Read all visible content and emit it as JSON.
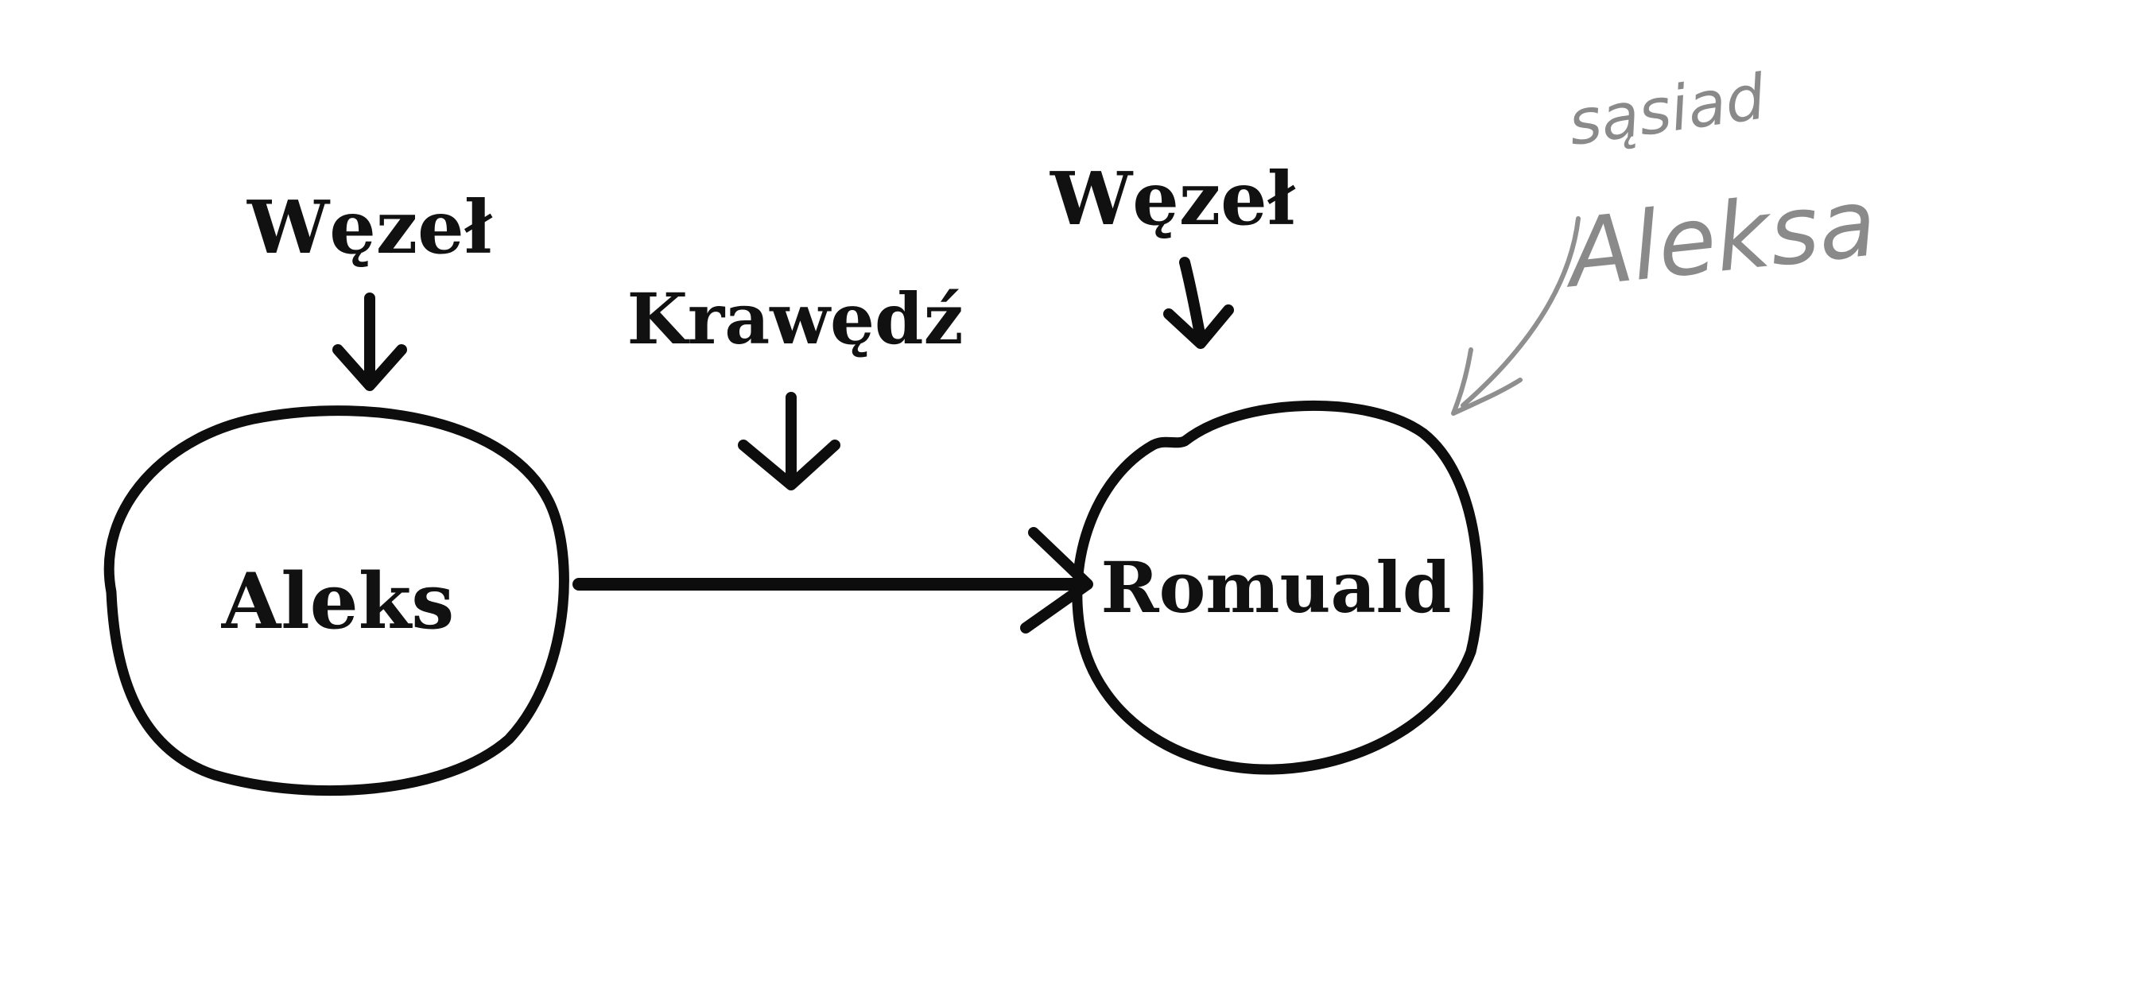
{
  "diagram": {
    "nodes": {
      "left": {
        "label": "Aleks"
      },
      "right": {
        "label": "Romuald"
      }
    },
    "annotations": {
      "left_node_label": "Węzeł",
      "edge_label": "Krawędź",
      "right_node_label": "Węzeł"
    },
    "handwritten_note": {
      "line1": "sąsiad",
      "line2": "Aleksa"
    },
    "colors": {
      "ink": "#0d0d0d",
      "pencil": "#8f8f8f",
      "background": "#ffffff"
    }
  }
}
